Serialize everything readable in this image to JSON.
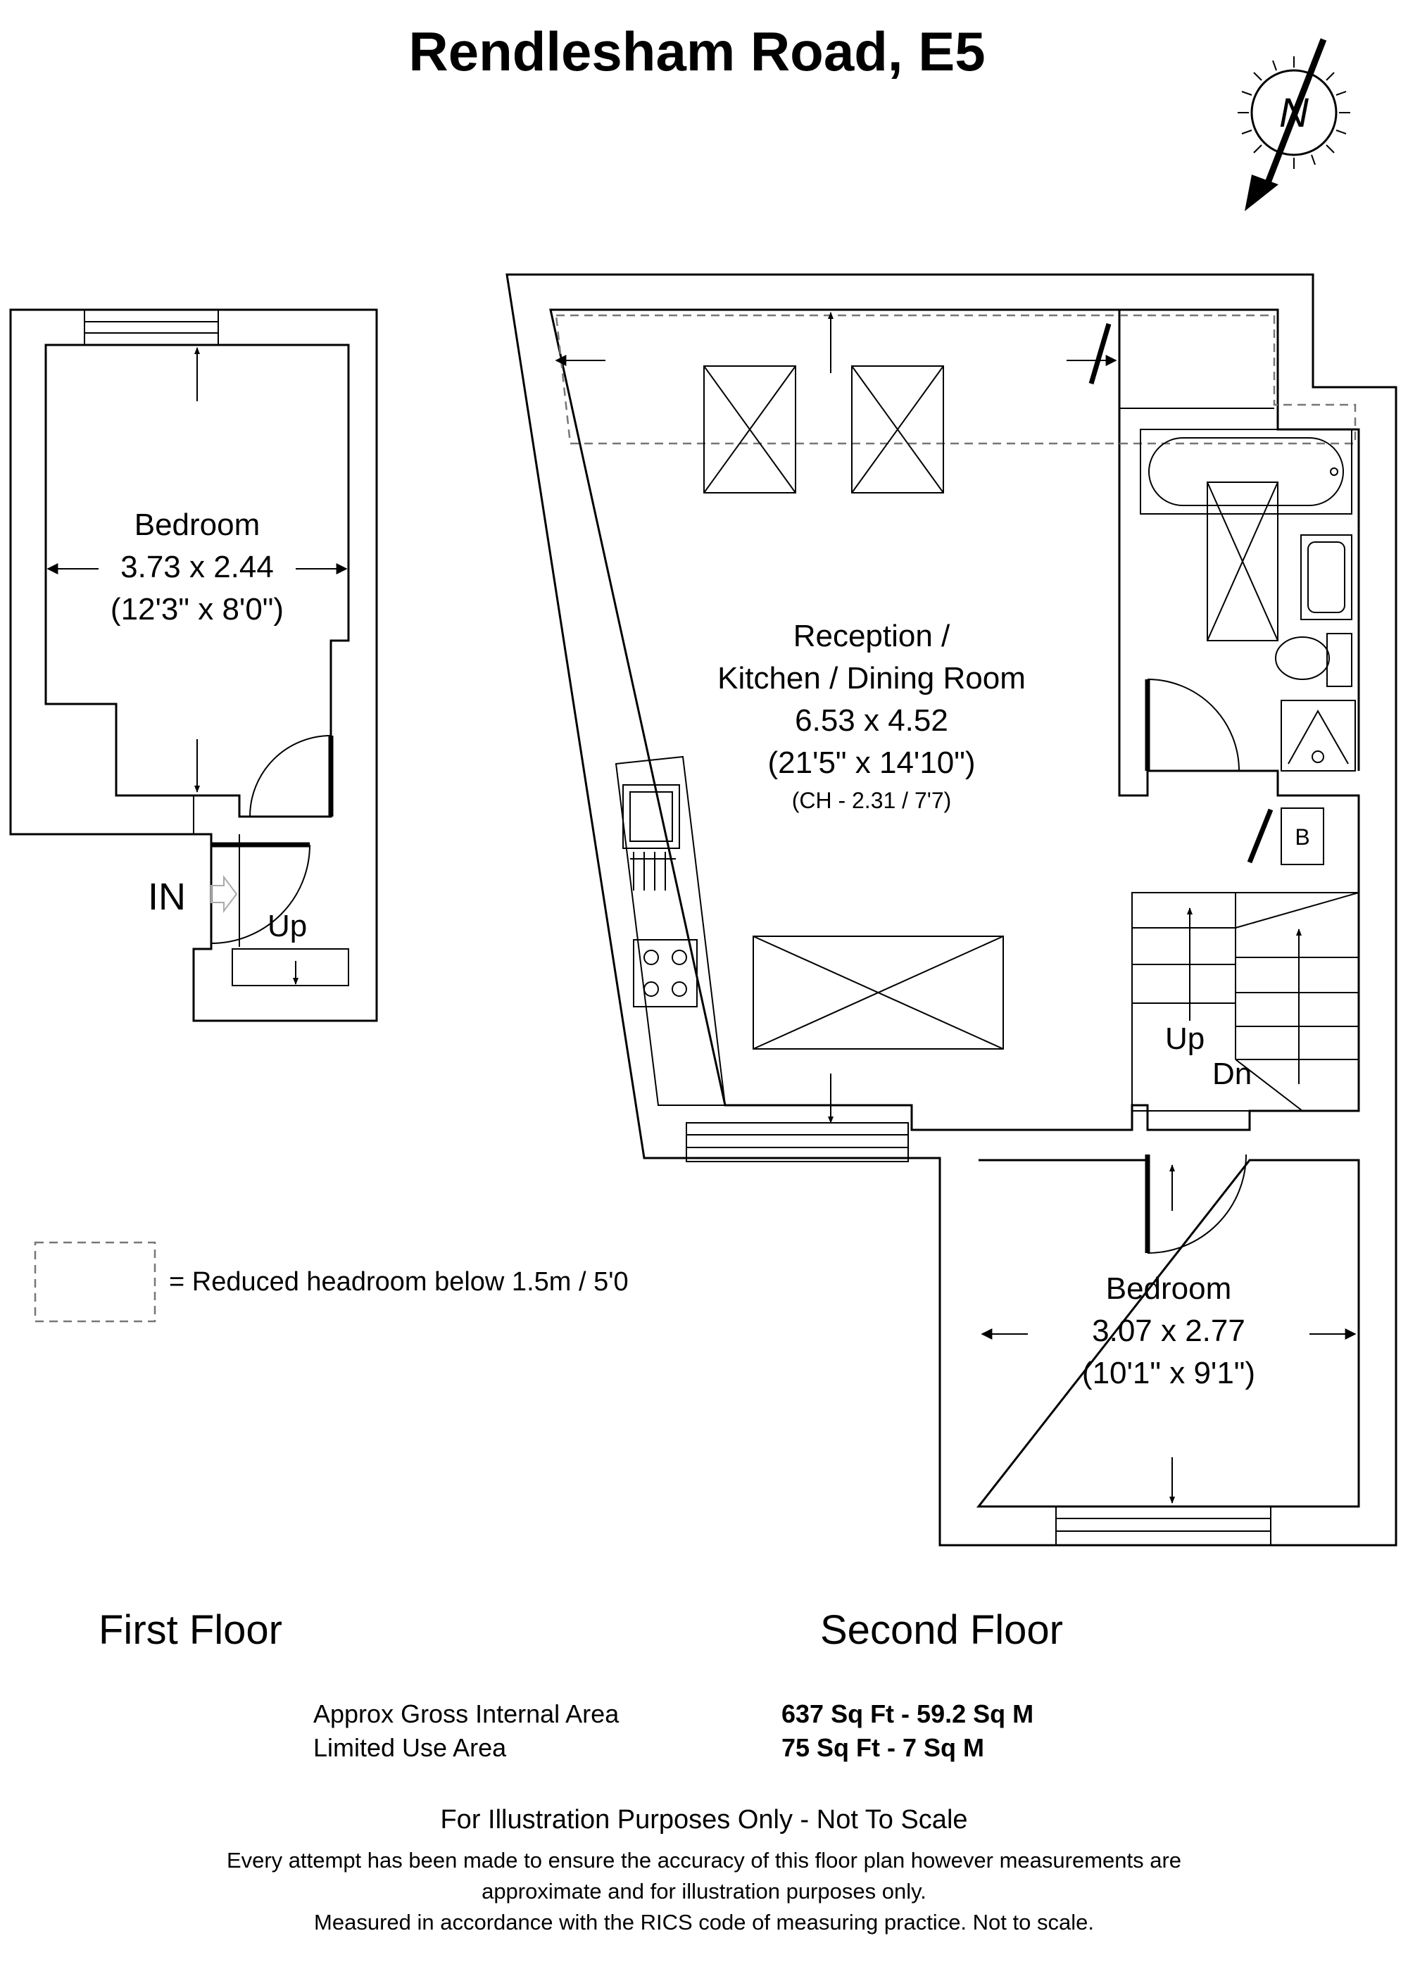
{
  "title": "Rendlesham Road, E5",
  "compass": {
    "letter": "N"
  },
  "first_floor": {
    "label": "First Floor",
    "bedroom": {
      "name": "Bedroom",
      "metric": "3.73 x 2.44",
      "imperial": "(12'3\" x 8'0\")"
    },
    "entrance_label": "IN",
    "stairs_label": "Up"
  },
  "second_floor": {
    "label": "Second Floor",
    "reception": {
      "line1": "Reception /",
      "line2": "Kitchen / Dining Room",
      "metric": "6.53 x 4.52",
      "imperial": "(21'5\" x 14'10\")",
      "ceiling": "(CH - 2.31 / 7'7)"
    },
    "bedroom": {
      "name": "Bedroom",
      "metric": "3.07 x 2.77",
      "imperial": "(10'1\" x 9'1\")"
    },
    "boiler_label": "B",
    "stairs_up": "Up",
    "stairs_down": "Dn"
  },
  "legend": {
    "text": "= Reduced headroom below 1.5m / 5'0"
  },
  "areas": [
    {
      "label": "Approx Gross Internal Area",
      "value": "637 Sq Ft - 59.2 Sq M"
    },
    {
      "label": "Limited Use Area",
      "value": "75 Sq Ft - 7 Sq M"
    }
  ],
  "disclaimer": {
    "heading": "For Illustration Purposes Only - Not To Scale",
    "line1": "Every attempt has been made to ensure the accuracy of this floor plan however measurements are",
    "line2": "approximate and for illustration purposes only.",
    "line3": "Measured in accordance with the RICS code of measuring practice. Not to scale."
  }
}
